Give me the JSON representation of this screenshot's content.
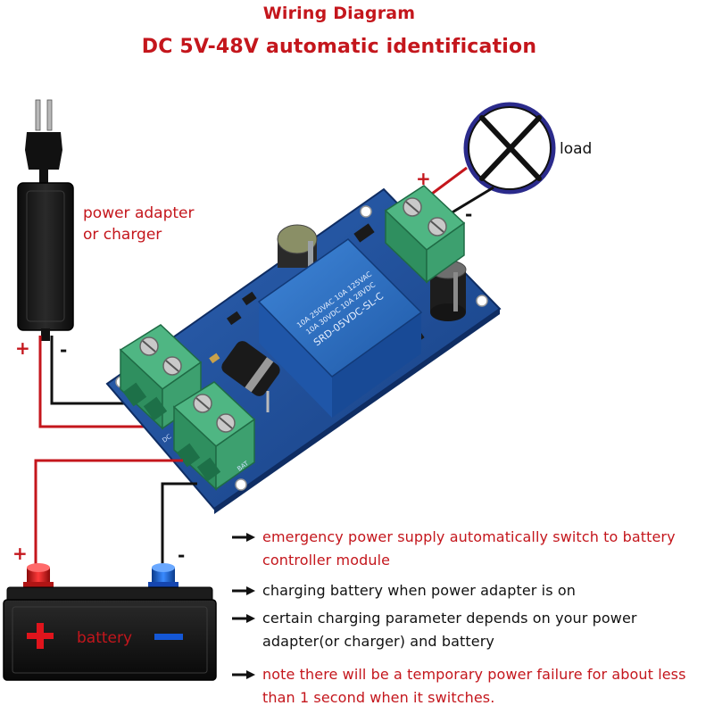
{
  "header": {
    "title": "Wiring Diagram",
    "subtitle": "DC 5V-48V automatic identification"
  },
  "labels": {
    "load": "load",
    "adapter_line1": "power adapter",
    "adapter_line2": "or charger",
    "battery": "battery",
    "plus": "+",
    "minus": "-"
  },
  "relay": {
    "line1": "10A 250VAC  10A 125VAC",
    "line2": "10A  30VDC  10A  28VDC",
    "model": "SRD-05VDC-SL-C"
  },
  "board_marks": {
    "bat": "BAT",
    "dc": "DC"
  },
  "notes": [
    {
      "line1": "emergency power supply automatically switch to battery",
      "line2": "controller module",
      "color": "#c4161c"
    },
    {
      "line1": "charging battery when power adapter is on",
      "line2": "",
      "color": "#111111"
    },
    {
      "line1": "certain charging parameter depends on your power",
      "line2": "adapter(or charger) and battery",
      "color": "#111111"
    },
    {
      "line1": "note there will be a temporary power failure for about less",
      "line2": "than 1 second when it switches.",
      "color": "#c4161c"
    }
  ],
  "colors": {
    "accent_red": "#c4161c",
    "pcb_blue": "#1d4f9c",
    "terminal_green": "#3a9a6a",
    "relay_blue": "#2f6fc2"
  }
}
